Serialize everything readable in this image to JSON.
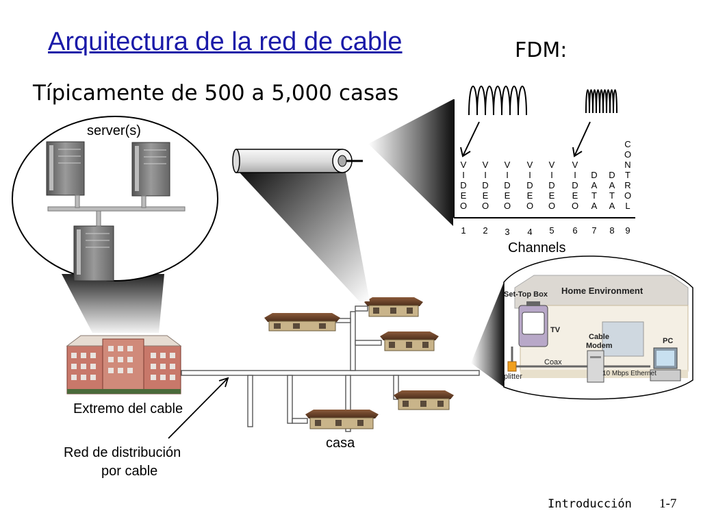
{
  "title": "Arquitectura de la red de cable",
  "fdm_label": "FDM:",
  "subtitle": "Típicamente de 500 a 5,000 casas",
  "servers_label": "server(s)",
  "headend_label": "Extremo del cable",
  "distribution_label_line1": "Red de distribución",
  "distribution_label_line2": "por cable",
  "home_label": "casa",
  "channels_label": "Channels",
  "channels": [
    {
      "num": "1",
      "type": "VIDEO"
    },
    {
      "num": "2",
      "type": "VIDEO"
    },
    {
      "num": "3",
      "type": "VIDEO"
    },
    {
      "num": "4",
      "type": "VIDEO"
    },
    {
      "num": "5",
      "type": "VIDEO"
    },
    {
      "num": "6",
      "type": "VIDEO"
    },
    {
      "num": "7",
      "type": "DATA"
    },
    {
      "num": "8",
      "type": "DATA"
    },
    {
      "num": "9",
      "type": "CONTROL"
    }
  ],
  "home_env": {
    "heading": "Home Environment",
    "settop": "Set-Top Box",
    "tv": "TV",
    "modem_line1": "Cable",
    "modem_line2": "Modem",
    "pc": "PC",
    "splitter": "plitter",
    "coax": "Coax",
    "ethernet": "10 Mbps Ethernet"
  },
  "footer_label": "Introducción",
  "page_number": "1-7"
}
